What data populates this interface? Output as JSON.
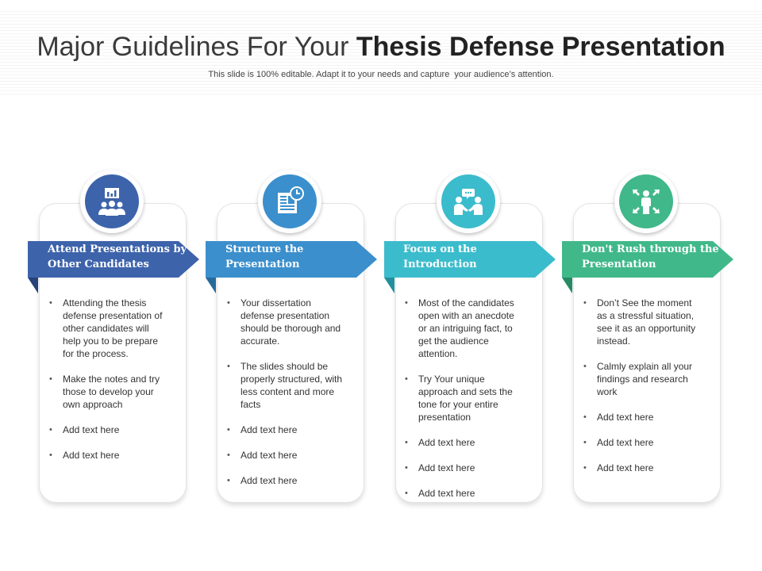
{
  "slide": {
    "title_regular": "Major Guidelines For Your ",
    "title_bold": "Thesis Defense Presentation",
    "subtitle": "This slide is 100% editable. Adapt it to your needs and capture  your audience’s attention."
  },
  "columns": [
    {
      "heading": "Attend Presentations by Other Candidates",
      "icon": "audience-chart-icon",
      "color": "#3d63ab",
      "fold_color": "#25427a",
      "bullets": [
        "Attending the thesis defense presentation of other candidates will help you to be prepare for the process.",
        "Make the notes and try those to develop your own approach",
        "Add text here",
        "Add text here"
      ]
    },
    {
      "heading": "Structure the Presentation",
      "icon": "document-clock-icon",
      "color": "#3b8fcc",
      "fold_color": "#266a9c",
      "bullets": [
        "Your dissertation defense presentation should be thorough and accurate.",
        "The slides should be properly structured, with less content and more facts",
        "Add text here",
        "Add text here",
        "Add text here"
      ]
    },
    {
      "heading": "Focus on the Introduction",
      "icon": "conversation-handshake-icon",
      "color": "#3bbccc",
      "fold_color": "#22909c",
      "bullets": [
        "Most of the candidates open with an anecdote or an intriguing fact, to get the audience attention.",
        "Try Your unique approach and sets the tone for your entire presentation",
        "Add text here",
        "Add text here",
        "Add text here"
      ]
    },
    {
      "heading": "Don't Rush through the Presentation",
      "icon": "person-arrows-icon",
      "color": "#40b88a",
      "fold_color": "#268a64",
      "bullets": [
        "Don’t See the moment as a stressful situation, see it as an opportunity instead.",
        "Calmly explain all your findings and research work",
        "Add text here",
        "Add text here",
        "Add text here"
      ]
    }
  ]
}
